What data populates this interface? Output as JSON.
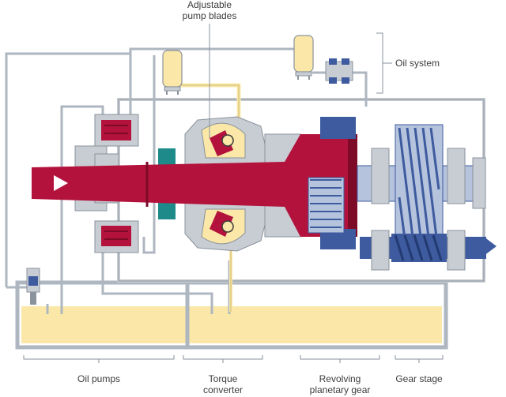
{
  "labels": {
    "adjustable_pump_blades": [
      "Adjustable",
      "pump blades"
    ],
    "oil_system": "Oil system",
    "oil_pumps": "Oil pumps",
    "torque_converter": [
      "Torque",
      "converter"
    ],
    "planetary_gear": [
      "Revolving",
      "planetary gear"
    ],
    "gear_stage": "Gear stage"
  },
  "colors": {
    "shaft": "#b3123c",
    "shaft_dark": "#7d0b28",
    "housing": "#c8cdd3",
    "housing_stroke": "#8a929c",
    "oil": "#fbe8a8",
    "gear": "#3d5b9e",
    "gear_dark": "#233a72",
    "gear_light": "#b5c3dd",
    "teal": "#1e8a8a",
    "pipe": "#aeb6c0"
  },
  "icons": [
    "arrow-right-icon"
  ]
}
